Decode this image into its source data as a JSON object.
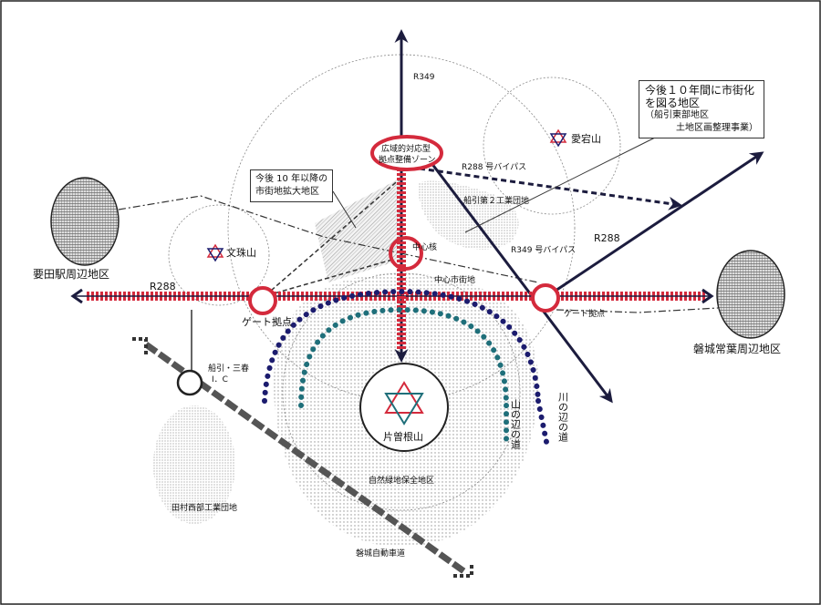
{
  "roads": {
    "r349_top": "R349",
    "r288_left": "R288",
    "r288_right": "R288",
    "r288_bypass": "R288 号バイパス",
    "r349_bypass": "R349 号バイパス",
    "expressway": "磐城自動車道"
  },
  "nodes": {
    "wide_area_zone": [
      "広域的対応型",
      "拠点整備ゾーン"
    ],
    "center_core": "中心核",
    "center_district": "中心市街地",
    "gate_left": "ゲート拠点",
    "gate_right": "ゲート拠点",
    "ic": [
      "船引・三春",
      "I．C"
    ]
  },
  "areas": {
    "kanameta": "要田駅周辺地区",
    "iwaki": "磐城常葉周辺地区",
    "tamura_west": "田村西部工業団地",
    "funahiki_2": "船引第２工業団地",
    "nature_green": "自然緑地保全地区"
  },
  "mountains": {
    "atago": "愛宕山",
    "monju": "文珠山",
    "katasone": "片曽根山"
  },
  "paths": {
    "yama": "山の辺の道",
    "kawa": "川の辺の道"
  },
  "callouts": {
    "expansion": [
      "今後 10 年以降の",
      "市街地拡大地区"
    ],
    "urbanize": [
      "今後１０年間に市街化",
      "を図る地区",
      "（船引東部地区",
      "土地区画整理事業）"
    ]
  },
  "colors": {
    "red": "#d42a3c",
    "navy": "#1c1c6e",
    "teal": "#1f6f7a",
    "black": "#111111"
  }
}
